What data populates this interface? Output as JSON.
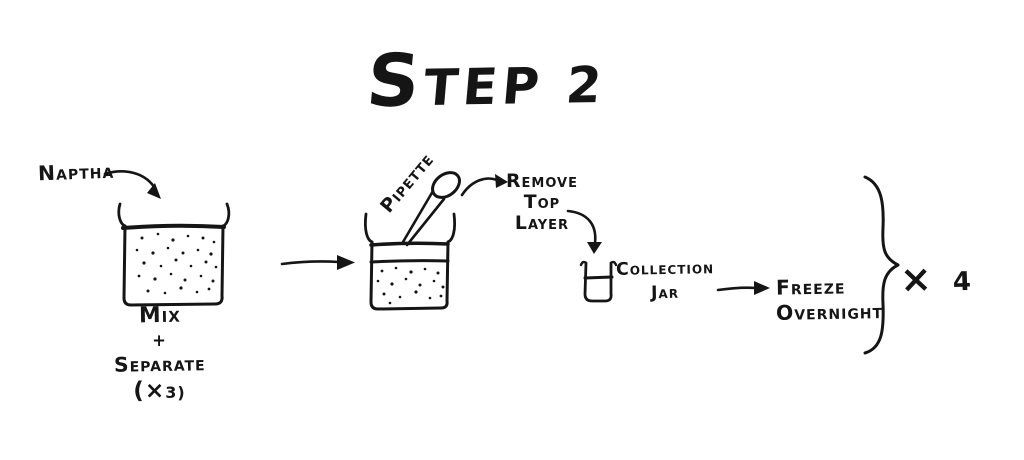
{
  "colors": {
    "ink": "#151515",
    "background": "#ffffff"
  },
  "title": "STEP 2",
  "flow": {
    "naptha_label": "NAPTHA",
    "mix_caption": {
      "lines": [
        "MIX",
        "+",
        "SEPARATE",
        "(×3)"
      ]
    },
    "pipette_label": "PIPETTE",
    "remove_note": {
      "lines": [
        "REMOVE",
        "TOP",
        "LAYER"
      ]
    },
    "collection_jar_label": {
      "lines": [
        "COLLECTION",
        "JAR"
      ]
    },
    "freeze_note": {
      "lines": [
        "FREEZE",
        "OVERNIGHT"
      ]
    },
    "repeat_label": "× 4"
  }
}
